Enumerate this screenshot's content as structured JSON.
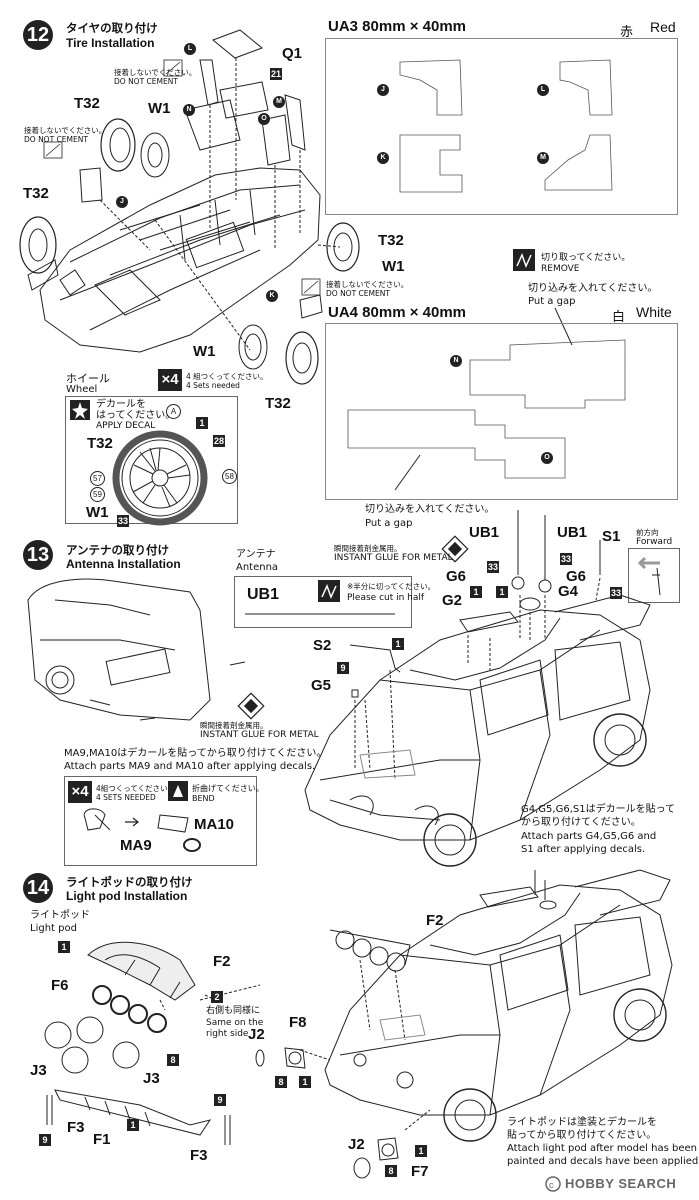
{
  "step12": {
    "number": "12",
    "title_jp": "タイヤの取り付け",
    "title_en": "Tire Installation",
    "parts": {
      "q1": "Q1",
      "t32_a": "T32",
      "t32_b": "T32",
      "t32_c": "T32",
      "t32_d": "T32",
      "w1_a": "W1",
      "w1_b": "W1",
      "w1_c": "W1"
    },
    "part_nums": {
      "n21": "21"
    },
    "decal_letters": {
      "L": "L",
      "N": "N",
      "M": "M",
      "O": "O",
      "J": "J",
      "K": "K"
    },
    "no_cement_jp": "接着しないでください。",
    "no_cement_en": "DO NOT CEMENT",
    "wheel": {
      "title_jp": "ホイール",
      "title_en": "Wheel",
      "sets_mult": "×4",
      "sets_jp": "4 組つくってください。",
      "sets_en": "4 Sets needed",
      "decal_jp1": "デカールを",
      "decal_jp2": "はってください。",
      "decal_en": "APPLY DECAL",
      "decal_a": "A",
      "p1": "1",
      "p28": "28",
      "p33": "33",
      "d57": "57",
      "d58": "58",
      "d59": "59",
      "t32": "T32",
      "w1": "W1"
    }
  },
  "ua3": {
    "title": "UA3  80mm × 40mm",
    "color_jp": "赤",
    "color_en": "Red",
    "letters": [
      "J",
      "K",
      "L",
      "M"
    ]
  },
  "remove": {
    "jp": "切り取ってください。",
    "en": "REMOVE",
    "gap_jp": "切り込みを入れてください。",
    "gap_en": "Put a gap"
  },
  "ua4": {
    "title": "UA4  80mm × 40mm",
    "color_jp": "白",
    "color_en": "White",
    "letters": [
      "N",
      "O"
    ],
    "gap_jp": "切り込みを入れてください。",
    "gap_en": "Put a gap"
  },
  "step13": {
    "number": "13",
    "title_jp": "アンテナの取り付け",
    "title_en": "Antenna Installation",
    "antenna_jp": "アンテナ",
    "antenna_en": "Antenna",
    "ub1": "UB1",
    "cut_jp": "※半分に切ってください。",
    "cut_en": "Please cut in half",
    "glue_jp": "瞬間接着剤金属用。",
    "glue_en": "INSTANT GLUE FOR METAL",
    "glue_jp2": "瞬間接着剤金属用。",
    "glue_en2": "INSTANT GLUE FOR METAL",
    "forward_jp": "前方向",
    "forward_en": "Forward",
    "parts": {
      "ub1_a": "UB1",
      "ub1_b": "UB1",
      "s1": "S1",
      "g6_a": "G6",
      "g6_b": "G6",
      "g2": "G2",
      "g4": "G4",
      "s2": "S2",
      "g5": "G5"
    },
    "nums": {
      "n33a": "33",
      "n33b": "33",
      "n33c": "33",
      "n1a": "1",
      "n1b": "1",
      "n1c": "1",
      "n9": "9"
    },
    "ma_note_jp": "MA9,MA10はデカールを貼ってから取り付けてください。",
    "ma_note_en": "Attach parts MA9 and MA10 after applying decals.",
    "ma_box": {
      "mult": "×4",
      "sets_jp": "4組つくってください。",
      "sets_en": "4 SETS NEEDED",
      "bend_jp": "折曲げてください。",
      "bend_en": "BEND",
      "ma9": "MA9",
      "ma10": "MA10"
    },
    "g_note_jp1": "G4,G5,G6,S1はデカールを貼って",
    "g_note_jp2": "から取り付けてください。",
    "g_note_en1": "Attach parts G4,G5,G6 and",
    "g_note_en2": "S1 after applying decals."
  },
  "step14": {
    "number": "14",
    "title_jp": "ライトポッドの取り付け",
    "title_en": "Light pod Installation",
    "pod_jp": "ライトポッド",
    "pod_en": "Light pod",
    "same_jp": "右側も同様に",
    "same_en1": "Same on the",
    "same_en2": "right side",
    "parts": {
      "f2a": "F2",
      "f2b": "F2",
      "f6": "F6",
      "j3a": "J3",
      "j3b": "J3",
      "f3a": "F3",
      "f3b": "F3",
      "f1": "F1",
      "j2a": "J2",
      "j2b": "J2",
      "f8": "F8",
      "f7": "F7"
    },
    "nums": {
      "n1a": "1",
      "n1b": "1",
      "n1c": "1",
      "n1d": "1",
      "n2": "2",
      "n8a": "8",
      "n8b": "8",
      "n8c": "8",
      "n9a": "9",
      "n9b": "9"
    },
    "note_jp1": "ライトポッドは塗装とデカールを",
    "note_jp2": "貼ってから取り付けてください。",
    "note_en1": "Attach light pod after model has been",
    "note_en2": "painted and decals have been applied"
  },
  "watermark": "HOBBY SEARCH"
}
